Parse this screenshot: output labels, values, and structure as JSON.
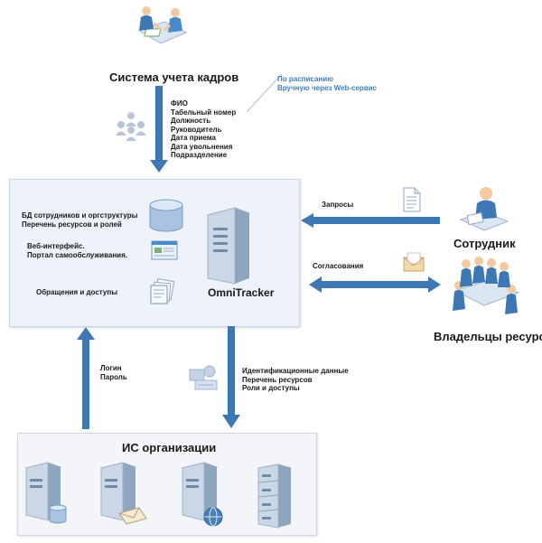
{
  "hr_system": {
    "title": "Система учета кадров"
  },
  "schedule": {
    "lines": "По расписанию\nВручную через Web-сервис"
  },
  "hr_fields": {
    "lines": "ФИО\nТабельный номер\nДолжность\nРуководитель\nДата приема\nДата увольнения\nПодразделение"
  },
  "omni": {
    "name": "OmniTracker",
    "db_label": "БД сотрудников и оргструктуры\nПеречень ресурсов и ролей",
    "web_label": "Веб-интерфейс.\nПортал самообслуживания.",
    "req_label": "Обращения и доступы"
  },
  "employee": {
    "title": "Сотрудник",
    "requests_label": "Запросы"
  },
  "owners": {
    "title": "Владельцы ресурсов",
    "approvals_label": "Согласования"
  },
  "up_flow": {
    "lines": "Логин\nПароль"
  },
  "down_flow": {
    "lines": "Идентификационные данные\nПеречень ресурсов\nРоли и доступы"
  },
  "is_org": {
    "title": "ИС организации"
  },
  "colors": {
    "arrow": "#3d78b5",
    "panel": "#eef3fb",
    "accent_blue": "#3f7fbf"
  }
}
